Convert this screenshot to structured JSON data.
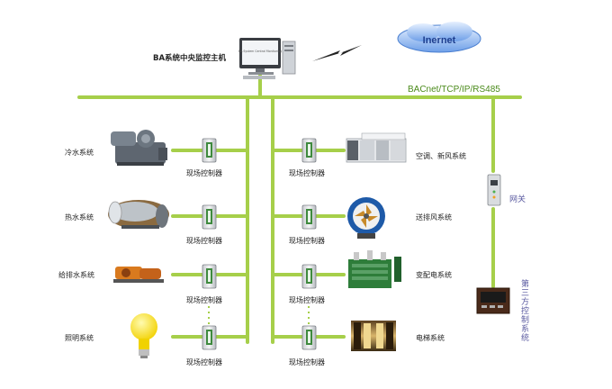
{
  "central_host": {
    "label": "BA系统中央监控主机",
    "screen_text": "BA System Central Monitoring"
  },
  "internet": {
    "label": "Inernet"
  },
  "network": {
    "label": "BACnet/TCP/IP/RS485"
  },
  "controller_label": "现场控制器",
  "left_systems": [
    {
      "label": "冷水系统",
      "icon": "chiller-icon"
    },
    {
      "label": "热水系统",
      "icon": "boiler-icon"
    },
    {
      "label": "给排水系统",
      "icon": "pump-icon"
    },
    {
      "label": "照明系统",
      "icon": "lightbulb-icon"
    }
  ],
  "right_systems": [
    {
      "label": "空调、新风系统",
      "icon": "air-handler-icon"
    },
    {
      "label": "送排风系统",
      "icon": "fan-icon"
    },
    {
      "label": "变配电系统",
      "icon": "transformer-icon"
    },
    {
      "label": "电梯系统",
      "icon": "elevator-icon"
    }
  ],
  "gateway": {
    "label": "网关"
  },
  "third_party": {
    "label": "第三方控制系统"
  },
  "colors": {
    "bus": "#a6cf4a",
    "device_gray": "#8a8f96",
    "cloud_blue": "#5b8fe0",
    "lightning": "#222222"
  }
}
